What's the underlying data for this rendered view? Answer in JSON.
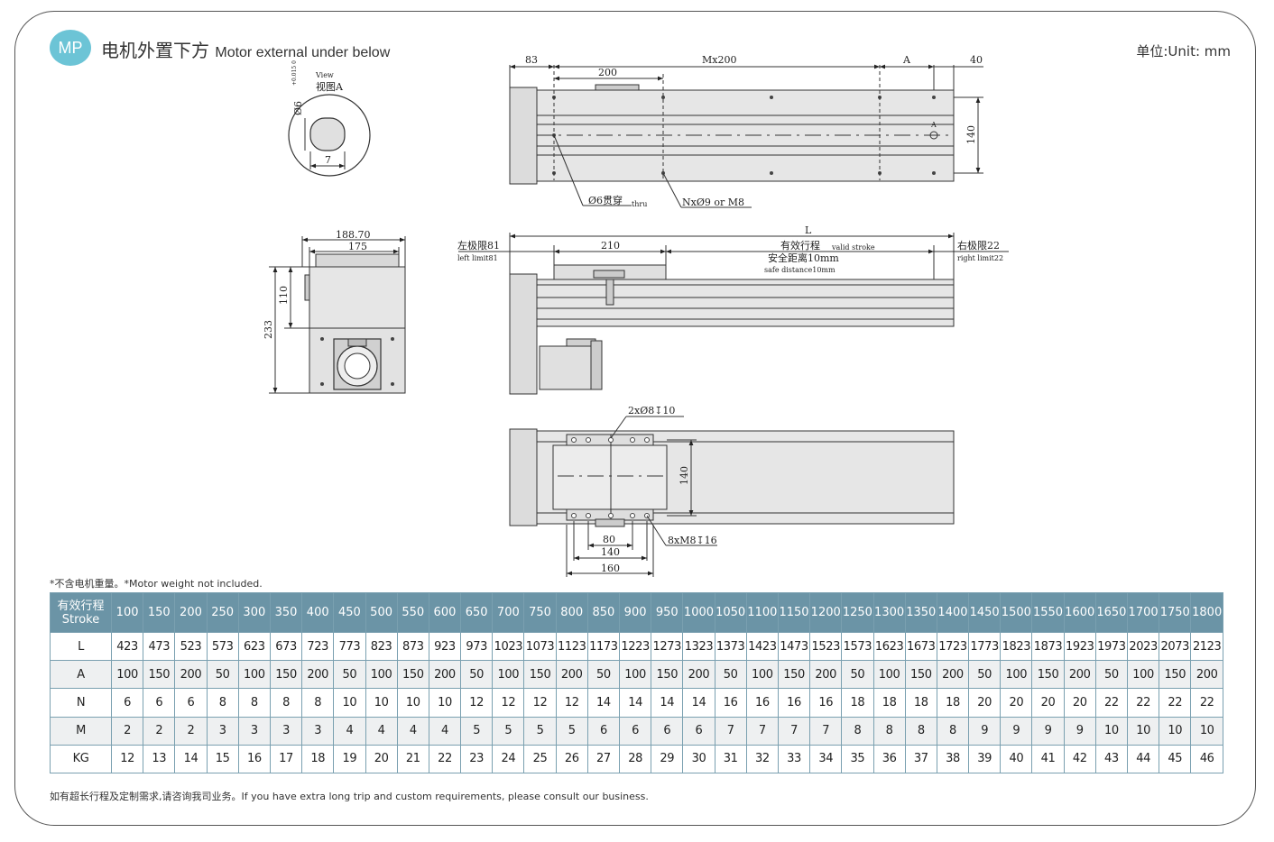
{
  "header": {
    "badge": "MP",
    "title_cn": "电机外置下方",
    "title_en": "Motor external under below",
    "unit": "单位:Unit: mm"
  },
  "drawing": {
    "view_a": {
      "label_en": "View",
      "label_cn": "视图A",
      "dia": "Ø6",
      "tol": "+0.015 0",
      "width": "7"
    },
    "top_view": {
      "d83": "83",
      "d200": "200",
      "mx200": "Mx200",
      "a": "A",
      "d40": "40",
      "d140": "140",
      "hole_label": "Ø6贯穿",
      "hole_sub": "thru",
      "nx_label": "NxØ9 or M8",
      "a_mark": "A"
    },
    "end_view": {
      "d188": "188.70",
      "d175": "175",
      "d110": "110",
      "d233": "233"
    },
    "side_view": {
      "l": "L",
      "d210": "210",
      "left_limit_cn": "左极限81",
      "left_limit_en": "left limit81",
      "stroke_cn": "有效行程",
      "stroke_en": "valid stroke",
      "safe_cn": "安全距离10mm",
      "safe_en": "safe distance10mm",
      "right_limit_cn": "右极限22",
      "right_limit_en": "right limit22"
    },
    "carriage_view": {
      "pin": "2xØ8↧10",
      "d140": "140",
      "d80": "80",
      "d140b": "140",
      "d160": "160",
      "m8": "8xM8↧16"
    }
  },
  "note": "*不含电机重量。*Motor weight not included.",
  "table": {
    "header_label_cn": "有效行程",
    "header_label_en": "Stroke",
    "strokes": [
      "100",
      "150",
      "200",
      "250",
      "300",
      "350",
      "400",
      "450",
      "500",
      "550",
      "600",
      "650",
      "700",
      "750",
      "800",
      "850",
      "900",
      "950",
      "1000",
      "1050",
      "1100",
      "1150",
      "1200",
      "1250",
      "1300",
      "1350",
      "1400",
      "1450",
      "1500",
      "1550",
      "1600",
      "1650",
      "1700",
      "1750",
      "1800"
    ],
    "rows": [
      {
        "label": "L",
        "values": [
          "423",
          "473",
          "523",
          "573",
          "623",
          "673",
          "723",
          "773",
          "823",
          "873",
          "923",
          "973",
          "1023",
          "1073",
          "1123",
          "1173",
          "1223",
          "1273",
          "1323",
          "1373",
          "1423",
          "1473",
          "1523",
          "1573",
          "1623",
          "1673",
          "1723",
          "1773",
          "1823",
          "1873",
          "1923",
          "1973",
          "2023",
          "2073",
          "2123"
        ]
      },
      {
        "label": "A",
        "values": [
          "100",
          "150",
          "200",
          "50",
          "100",
          "150",
          "200",
          "50",
          "100",
          "150",
          "200",
          "50",
          "100",
          "150",
          "200",
          "50",
          "100",
          "150",
          "200",
          "50",
          "100",
          "150",
          "200",
          "50",
          "100",
          "150",
          "200",
          "50",
          "100",
          "150",
          "200",
          "50",
          "100",
          "150",
          "200"
        ]
      },
      {
        "label": "N",
        "values": [
          "6",
          "6",
          "6",
          "8",
          "8",
          "8",
          "8",
          "10",
          "10",
          "10",
          "10",
          "12",
          "12",
          "12",
          "12",
          "14",
          "14",
          "14",
          "14",
          "16",
          "16",
          "16",
          "16",
          "18",
          "18",
          "18",
          "18",
          "20",
          "20",
          "20",
          "20",
          "22",
          "22",
          "22",
          "22"
        ]
      },
      {
        "label": "M",
        "values": [
          "2",
          "2",
          "2",
          "3",
          "3",
          "3",
          "3",
          "4",
          "4",
          "4",
          "4",
          "5",
          "5",
          "5",
          "5",
          "6",
          "6",
          "6",
          "6",
          "7",
          "7",
          "7",
          "7",
          "8",
          "8",
          "8",
          "8",
          "9",
          "9",
          "9",
          "9",
          "10",
          "10",
          "10",
          "10"
        ]
      },
      {
        "label": "KG",
        "values": [
          "12",
          "13",
          "14",
          "15",
          "16",
          "17",
          "18",
          "19",
          "20",
          "21",
          "22",
          "23",
          "24",
          "25",
          "26",
          "27",
          "28",
          "29",
          "30",
          "31",
          "32",
          "33",
          "34",
          "35",
          "36",
          "37",
          "38",
          "39",
          "40",
          "41",
          "42",
          "43",
          "44",
          "45",
          "46"
        ]
      }
    ]
  },
  "footer": "如有超长行程及定制需求,请咨询我司业务。If you have extra long trip and custom requirements, please consult our business."
}
